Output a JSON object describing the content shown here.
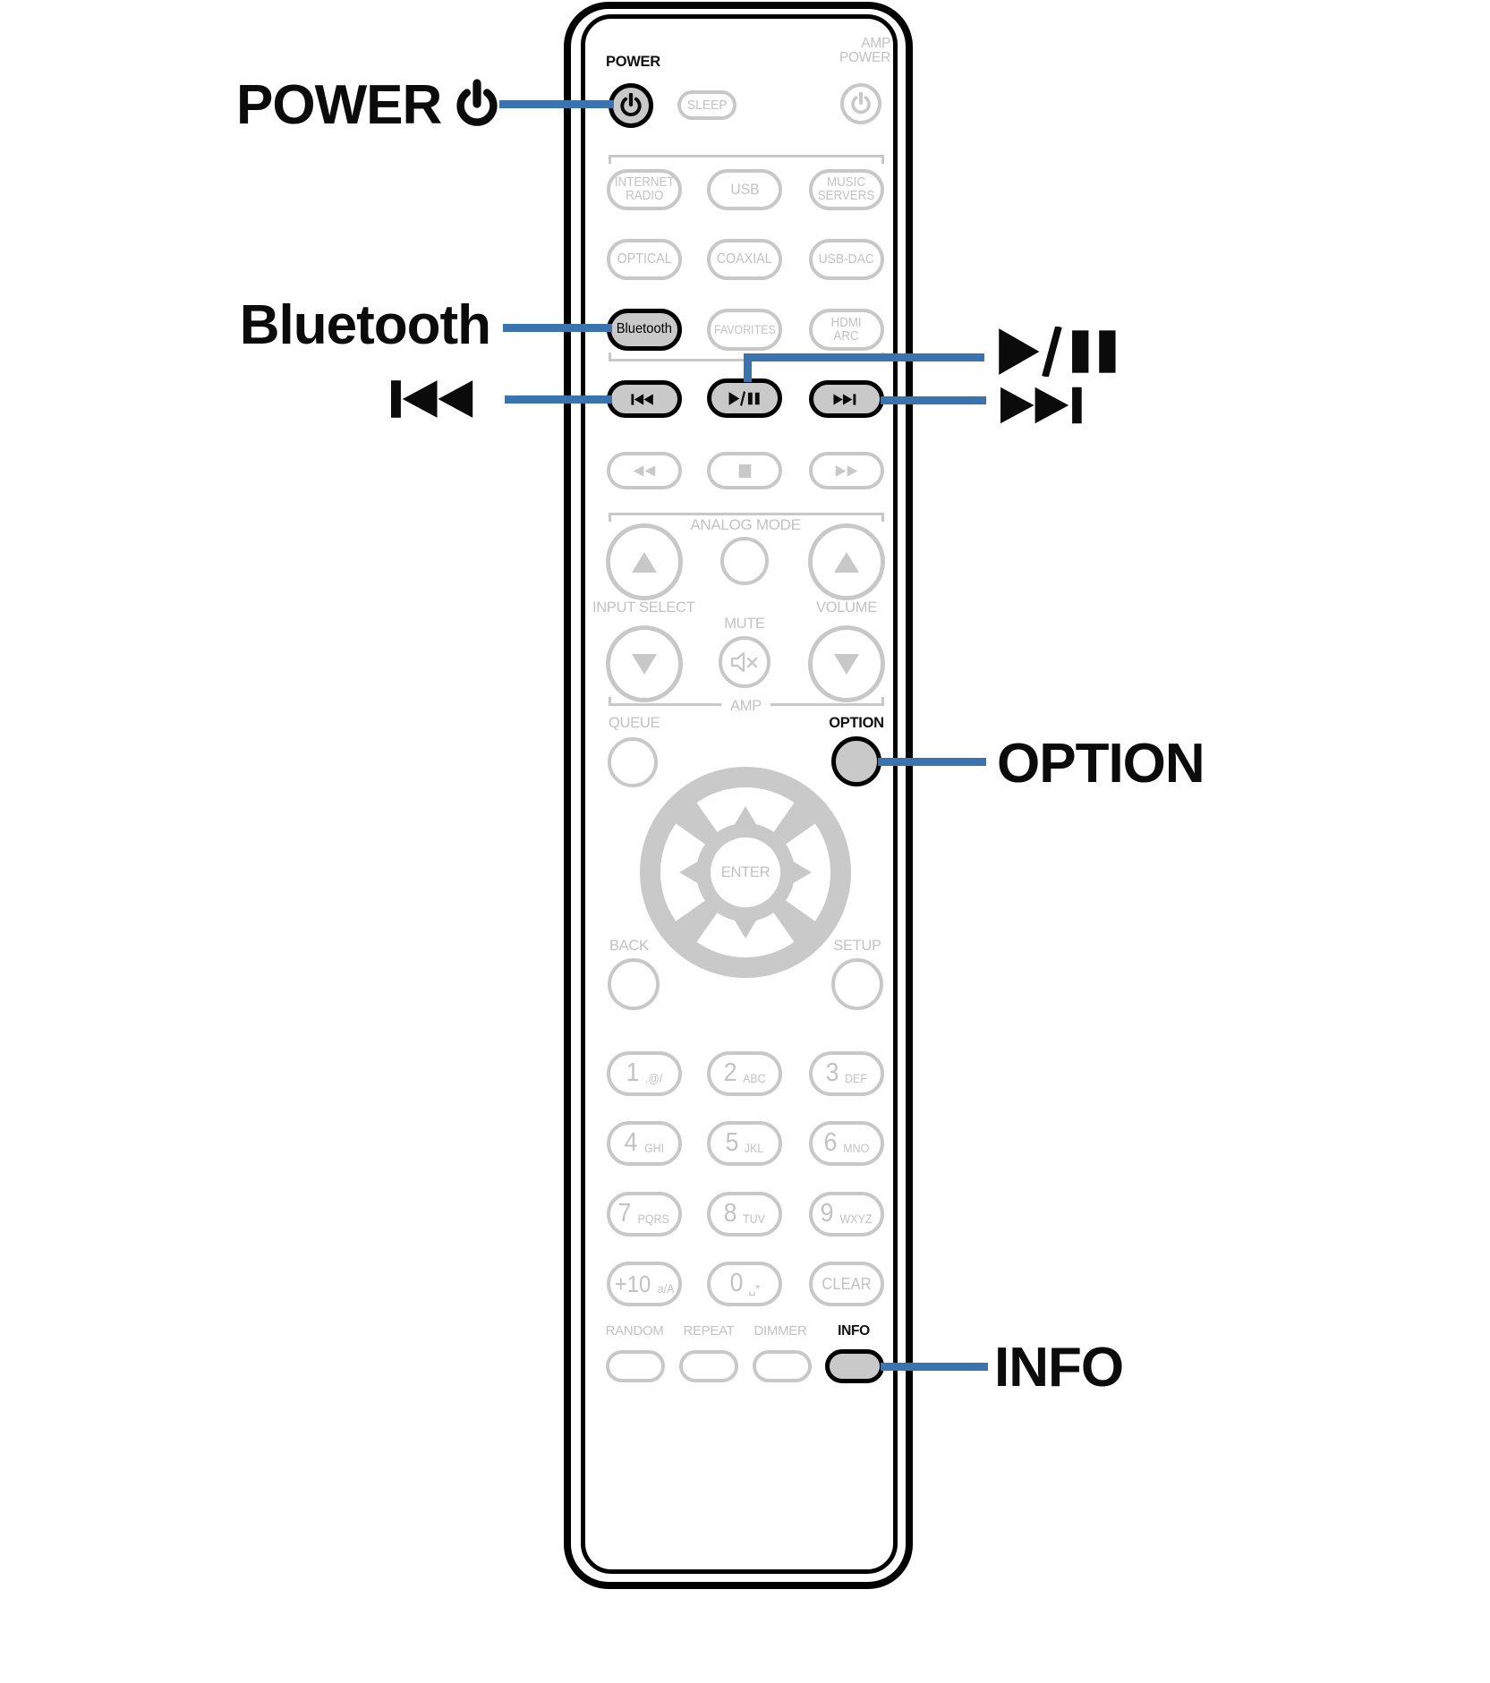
{
  "colors": {
    "accent_blue": "#3a74b0",
    "button_gray": "#c8c8c8",
    "highlight_fill": "#c9c9c9",
    "ink_black": "#0b0b0b"
  },
  "callouts": {
    "power": "POWER",
    "bluetooth": "Bluetooth",
    "option": "OPTION",
    "info": "INFO"
  },
  "remote": {
    "power_label": "POWER",
    "sleep": "SLEEP",
    "amp_power_label": "AMP\nPOWER",
    "internet_radio": "INTERNET\nRADIO",
    "usb": "USB",
    "music_servers": "MUSIC\nSERVERS",
    "optical": "OPTICAL",
    "coaxial": "COAXIAL",
    "usb_dac": "USB-DAC",
    "bluetooth": "Bluetooth",
    "favorites": "FAVORITES",
    "hdmi_arc": "HDMI\nARC",
    "analog_mode": "ANALOG MODE",
    "input_select": "INPUT SELECT",
    "mute": "MUTE",
    "volume": "VOLUME",
    "amp": "AMP",
    "queue": "QUEUE",
    "option": "OPTION",
    "enter": "ENTER",
    "back": "BACK",
    "setup": "SETUP",
    "keypad": [
      {
        "num": "1",
        "sub": ".@/"
      },
      {
        "num": "2",
        "sub": "ABC"
      },
      {
        "num": "3",
        "sub": "DEF"
      },
      {
        "num": "4",
        "sub": "GHI"
      },
      {
        "num": "5",
        "sub": "JKL"
      },
      {
        "num": "6",
        "sub": "MNO"
      },
      {
        "num": "7",
        "sub": "PQRS"
      },
      {
        "num": "8",
        "sub": "TUV"
      },
      {
        "num": "9",
        "sub": "WXYZ"
      },
      {
        "num": "+10",
        "sub": "a/A"
      },
      {
        "num": "0",
        "sub": "␣*"
      },
      {
        "num": "CLEAR",
        "sub": ""
      }
    ],
    "random": "RANDOM",
    "repeat": "REPEAT",
    "dimmer": "DIMMER",
    "info": "INFO"
  },
  "icons": {
    "power": "⏻",
    "amp_power": "⏻",
    "skip_back": "|◀◀",
    "play_pause": "▶/❚❚",
    "skip_forward": "▶▶|",
    "rewind": "◀◀",
    "stop": "■",
    "fast_forward": "▶▶",
    "mute": "speaker-muted",
    "cursor_up": "▲",
    "cursor_down": "▼",
    "cursor_left": "◀",
    "cursor_right": "▶"
  }
}
